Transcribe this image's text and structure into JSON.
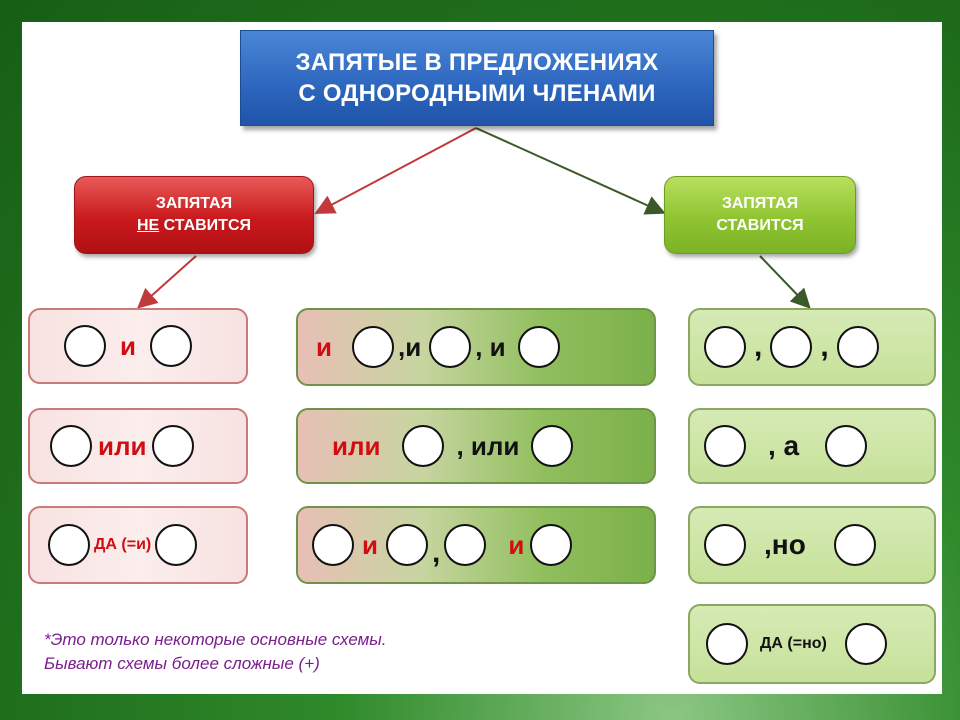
{
  "title": {
    "line1": "ЗАПЯТЫЕ В ПРЕДЛОЖЕНИЯХ",
    "line2": "С ОДНОРОДНЫМИ ЧЛЕНАМИ"
  },
  "left_header": {
    "line1": "ЗАПЯТАЯ",
    "line2_underlined": "НЕ",
    "line2_rest": " СТАВИТСЯ"
  },
  "right_header": {
    "line1": "ЗАПЯТАЯ",
    "line2": "СТАВИТСЯ"
  },
  "left_schemes": {
    "s1": "и",
    "s2": "или",
    "s3": "ДА (=и)"
  },
  "middle_schemes": {
    "s1": {
      "a": "и",
      "b": ",и",
      "c": ", и"
    },
    "s2": {
      "a": "или",
      "b": ", или"
    },
    "s3": {
      "a": "и",
      "b": ",",
      "c": "и"
    }
  },
  "right_schemes": {
    "s1": {
      "a": ",",
      "b": ","
    },
    "s2": {
      "a": ", а"
    },
    "s3": {
      "a": ",но"
    },
    "s4": {
      "a": "ДА (=но)"
    }
  },
  "note": {
    "line1": "*Это только некоторые основные схемы.",
    "line2": "Бывают схемы более сложные (+)"
  },
  "colors": {
    "title_blue": "#2d66be",
    "header_red": "#c9191d",
    "header_green": "#8fc431",
    "frame_green": "#1f6e1c",
    "note_purple": "#7a1e8c"
  }
}
